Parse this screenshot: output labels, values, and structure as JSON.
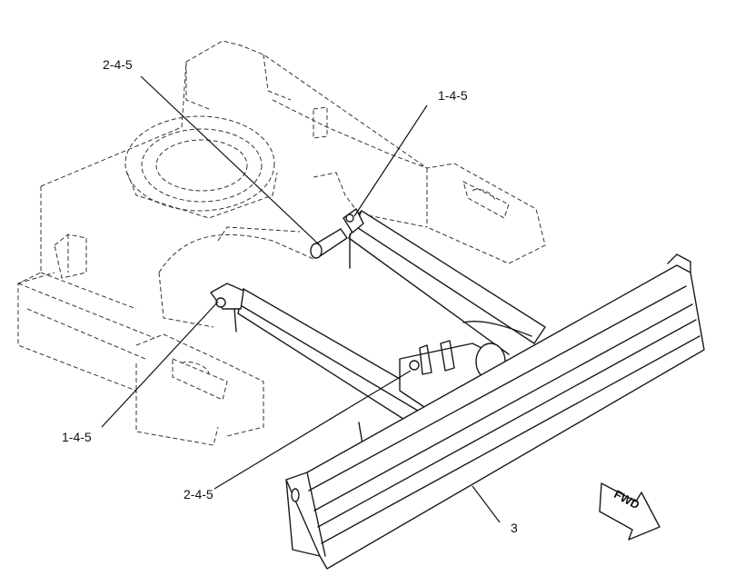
{
  "callouts": {
    "top_left": "2-4-5",
    "top_right": "1-4-5",
    "bottom_left": "1-4-5",
    "bottom_mid": "2-4-5",
    "blade": "3"
  },
  "direction_arrow": {
    "label": "FWD",
    "icon": "forward-arrow-icon"
  }
}
